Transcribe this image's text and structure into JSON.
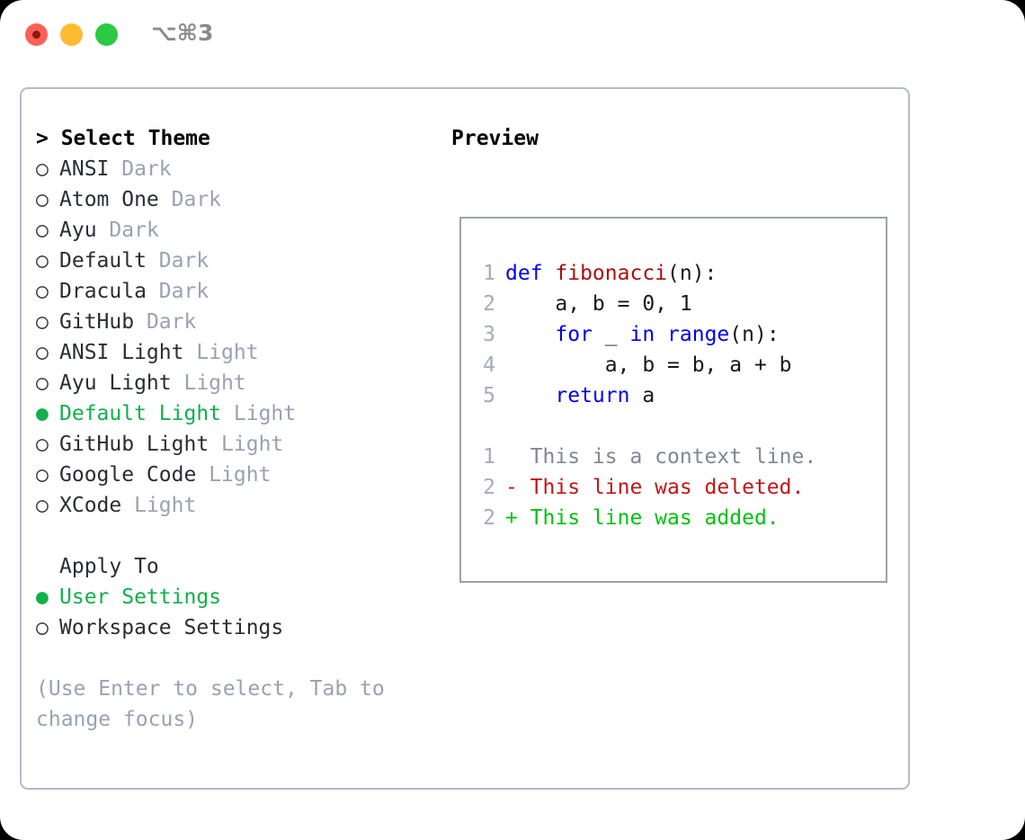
{
  "titlebar": {
    "shortcut": "⌥⌘3",
    "buttons": [
      {
        "name": "close",
        "color": "#fd6057"
      },
      {
        "name": "minimize",
        "color": "#fdbc2f"
      },
      {
        "name": "zoom",
        "color": "#2bca42"
      }
    ]
  },
  "left": {
    "title": "> Select Theme",
    "themes": [
      {
        "marker": "○",
        "name": "ANSI",
        "kind": "Dark",
        "selected": false
      },
      {
        "marker": "○",
        "name": "Atom One",
        "kind": "Dark",
        "selected": false
      },
      {
        "marker": "○",
        "name": "Ayu",
        "kind": "Dark",
        "selected": false
      },
      {
        "marker": "○",
        "name": "Default",
        "kind": "Dark",
        "selected": false
      },
      {
        "marker": "○",
        "name": "Dracula",
        "kind": "Dark",
        "selected": false
      },
      {
        "marker": "○",
        "name": "GitHub",
        "kind": "Dark",
        "selected": false
      },
      {
        "marker": "○",
        "name": "ANSI Light",
        "kind": "Light",
        "selected": false
      },
      {
        "marker": "○",
        "name": "Ayu Light",
        "kind": "Light",
        "selected": false
      },
      {
        "marker": "●",
        "name": "Default Light",
        "kind": "Light",
        "selected": true
      },
      {
        "marker": "○",
        "name": "GitHub Light",
        "kind": "Light",
        "selected": false
      },
      {
        "marker": "○",
        "name": "Google Code",
        "kind": "Light",
        "selected": false
      },
      {
        "marker": "○",
        "name": "XCode",
        "kind": "Light",
        "selected": false
      }
    ],
    "apply_to_title": "Apply To",
    "apply_to": [
      {
        "marker": "●",
        "name": "User Settings",
        "selected": true
      },
      {
        "marker": "○",
        "name": "Workspace Settings",
        "selected": false
      }
    ],
    "hint": "(Use Enter to select, Tab to\nchange focus)"
  },
  "right": {
    "title": "Preview",
    "code_lines": [
      {
        "no": "1",
        "tokens": [
          {
            "t": "def ",
            "c": "kw"
          },
          {
            "t": "fibonacci",
            "c": "fn"
          },
          {
            "t": "(n):",
            "c": "plain"
          }
        ]
      },
      {
        "no": "2",
        "tokens": [
          {
            "t": "    a, b = 0, 1",
            "c": "plain"
          }
        ]
      },
      {
        "no": "3",
        "tokens": [
          {
            "t": "    ",
            "c": "plain"
          },
          {
            "t": "for",
            "c": "kw"
          },
          {
            "t": " _ ",
            "c": "plain"
          },
          {
            "t": "in",
            "c": "kw"
          },
          {
            "t": " ",
            "c": "plain"
          },
          {
            "t": "range",
            "c": "kw"
          },
          {
            "t": "(n):",
            "c": "plain"
          }
        ]
      },
      {
        "no": "4",
        "tokens": [
          {
            "t": "        a, b = b, a + b",
            "c": "plain"
          }
        ]
      },
      {
        "no": "5",
        "tokens": [
          {
            "t": "    ",
            "c": "plain"
          },
          {
            "t": "return",
            "c": "kw"
          },
          {
            "t": " a",
            "c": "plain"
          }
        ]
      }
    ],
    "diff_lines": [
      {
        "no": "1",
        "text": "  This is a context line.",
        "kind": "ctx"
      },
      {
        "no": "2",
        "text": "- This line was deleted.",
        "kind": "del"
      },
      {
        "no": "2",
        "text": "+ This line was added.",
        "kind": "add"
      }
    ]
  },
  "colors": {
    "selection_green": "#10b04a",
    "muted": "#99a2b2",
    "keyword_blue": "#0000f0",
    "function_red": "#a81010",
    "diff_add_green": "#00c20b",
    "diff_del_red": "#c21616",
    "panel_border": "#b3bcc8",
    "preview_border": "#98a3b1"
  }
}
